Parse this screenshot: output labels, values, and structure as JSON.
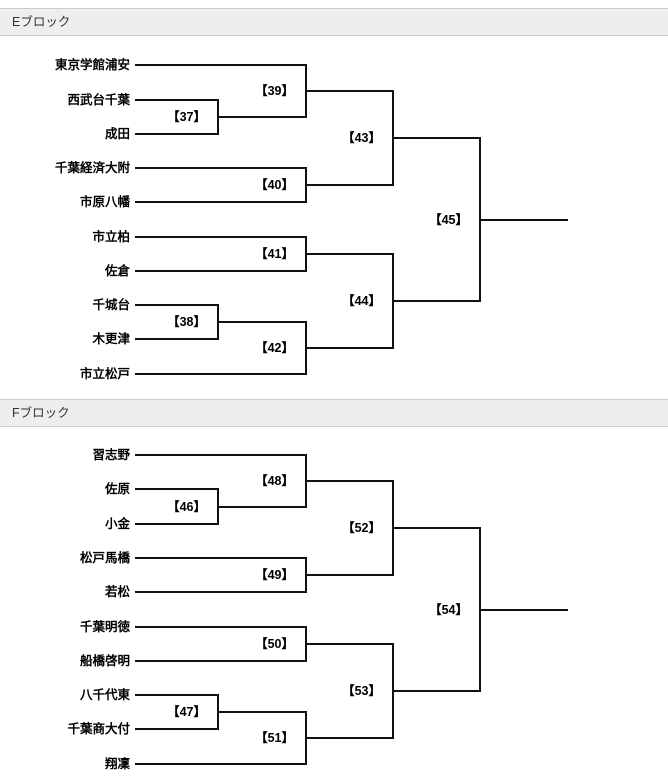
{
  "page": {
    "background_color": "#ffffff",
    "line_color": "#111111",
    "header_background": "#eeeeee",
    "header_border_color": "#cccccc"
  },
  "blocks": [
    {
      "title": "Eブロック",
      "teams": [
        "東京学館浦安",
        "西武台千葉",
        "成田",
        "千葉経済大附",
        "市原八幡",
        "市立柏",
        "佐倉",
        "千城台",
        "木更津",
        "市立松戸"
      ],
      "matches": [
        {
          "id": 37,
          "label": "【37】",
          "pairing": "西武台千葉 vs 成田"
        },
        {
          "id": 38,
          "label": "【38】",
          "pairing": "千城台 vs 木更津"
        },
        {
          "id": 39,
          "label": "【39】",
          "pairing": "東京学館浦安 vs 勝者37"
        },
        {
          "id": 40,
          "label": "【40】",
          "pairing": "千葉経済大附 vs 市原八幡"
        },
        {
          "id": 41,
          "label": "【41】",
          "pairing": "市立柏 vs 佐倉"
        },
        {
          "id": 42,
          "label": "【42】",
          "pairing": "勝者38 vs 市立松戸"
        },
        {
          "id": 43,
          "label": "【43】",
          "pairing": "勝者39 vs 勝者40"
        },
        {
          "id": 44,
          "label": "【44】",
          "pairing": "勝者41 vs 勝者42"
        },
        {
          "id": 45,
          "label": "【45】",
          "pairing": "勝者43 vs 勝者44"
        }
      ]
    },
    {
      "title": "Fブロック",
      "teams": [
        "習志野",
        "佐原",
        "小金",
        "松戸馬橋",
        "若松",
        "千葉明徳",
        "船橋啓明",
        "八千代東",
        "千葉商大付",
        "翔凜"
      ],
      "matches": [
        {
          "id": 46,
          "label": "【46】",
          "pairing": "佐原 vs 小金"
        },
        {
          "id": 47,
          "label": "【47】",
          "pairing": "八千代東 vs 千葉商大付"
        },
        {
          "id": 48,
          "label": "【48】",
          "pairing": "習志野 vs 勝者46"
        },
        {
          "id": 49,
          "label": "【49】",
          "pairing": "松戸馬橋 vs 若松"
        },
        {
          "id": 50,
          "label": "【50】",
          "pairing": "千葉明徳 vs 船橋啓明"
        },
        {
          "id": 51,
          "label": "【51】",
          "pairing": "勝者47 vs 翔凜"
        },
        {
          "id": 52,
          "label": "【52】",
          "pairing": "勝者48 vs 勝者49"
        },
        {
          "id": 53,
          "label": "【53】",
          "pairing": "勝者50 vs 勝者51"
        },
        {
          "id": 54,
          "label": "【54】",
          "pairing": "勝者52 vs 勝者53"
        }
      ]
    }
  ]
}
